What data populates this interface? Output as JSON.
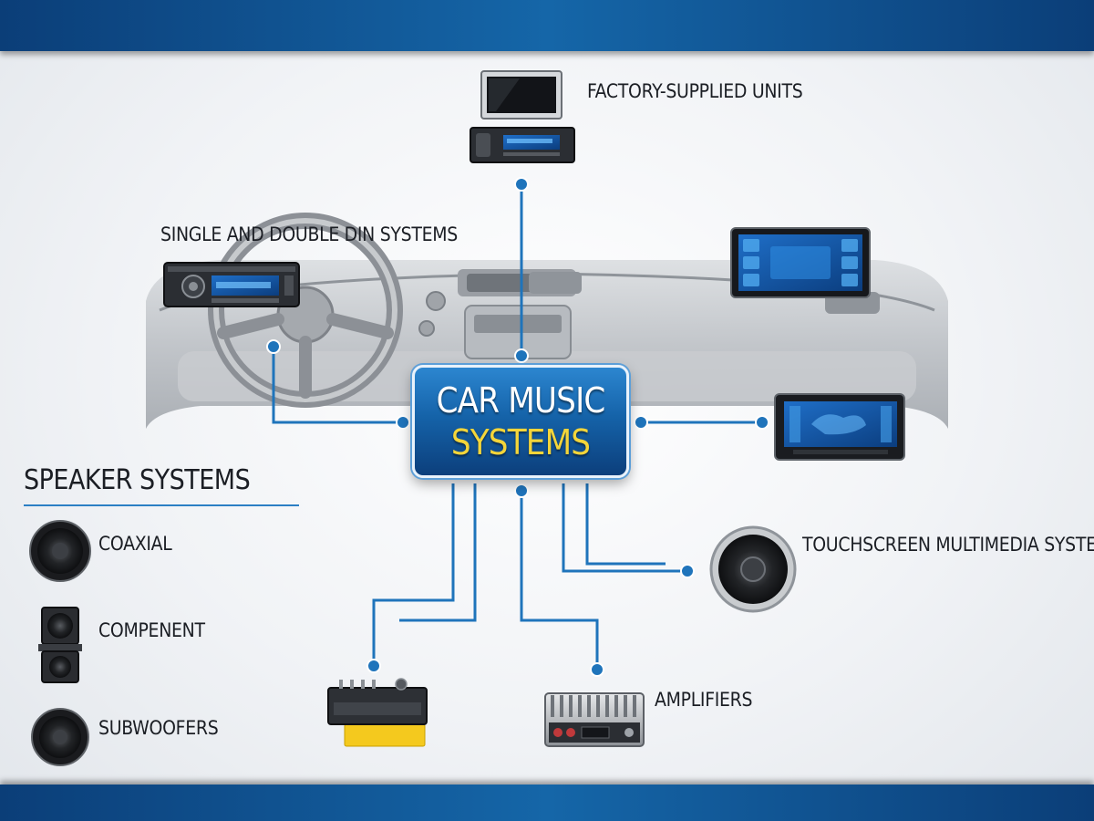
{
  "hub": {
    "line1": "CAR MUSIC",
    "line2": "SYSTEMS"
  },
  "labels": {
    "factory": "FACTORY-SUPPLIED UNITS",
    "din": "SINGLE AND DOUBLE DIN SYSTEMS",
    "touchscreen": "TOUCHSCREEN MULTIMEDIA SYSTEMS",
    "amplifiers": "AMPLIFIERS"
  },
  "speakers": {
    "heading": "SPEAKER SYSTEMS",
    "items": [
      {
        "label": "COAXIAL",
        "icon": "coaxial-speaker-icon"
      },
      {
        "label": "COMPENENT",
        "icon": "component-speaker-icon"
      },
      {
        "label": "SUBWOOFERS",
        "icon": "subwoofer-icon"
      }
    ]
  },
  "icons": [
    "monitor-icon",
    "head-unit-icon",
    "dashboard-illustration",
    "touchscreen-tablet-icon",
    "touchscreen-unit-icon",
    "large-speaker-icon",
    "processor-box-icon",
    "amplifier-icon"
  ],
  "colors": {
    "band": "#0f4f8f",
    "accent": "#1a6bb0",
    "connector": "#1f74bb",
    "hub_text": "#ffffff",
    "hub_highlight": "#f4d53a",
    "label_text": "#1b1e24"
  }
}
